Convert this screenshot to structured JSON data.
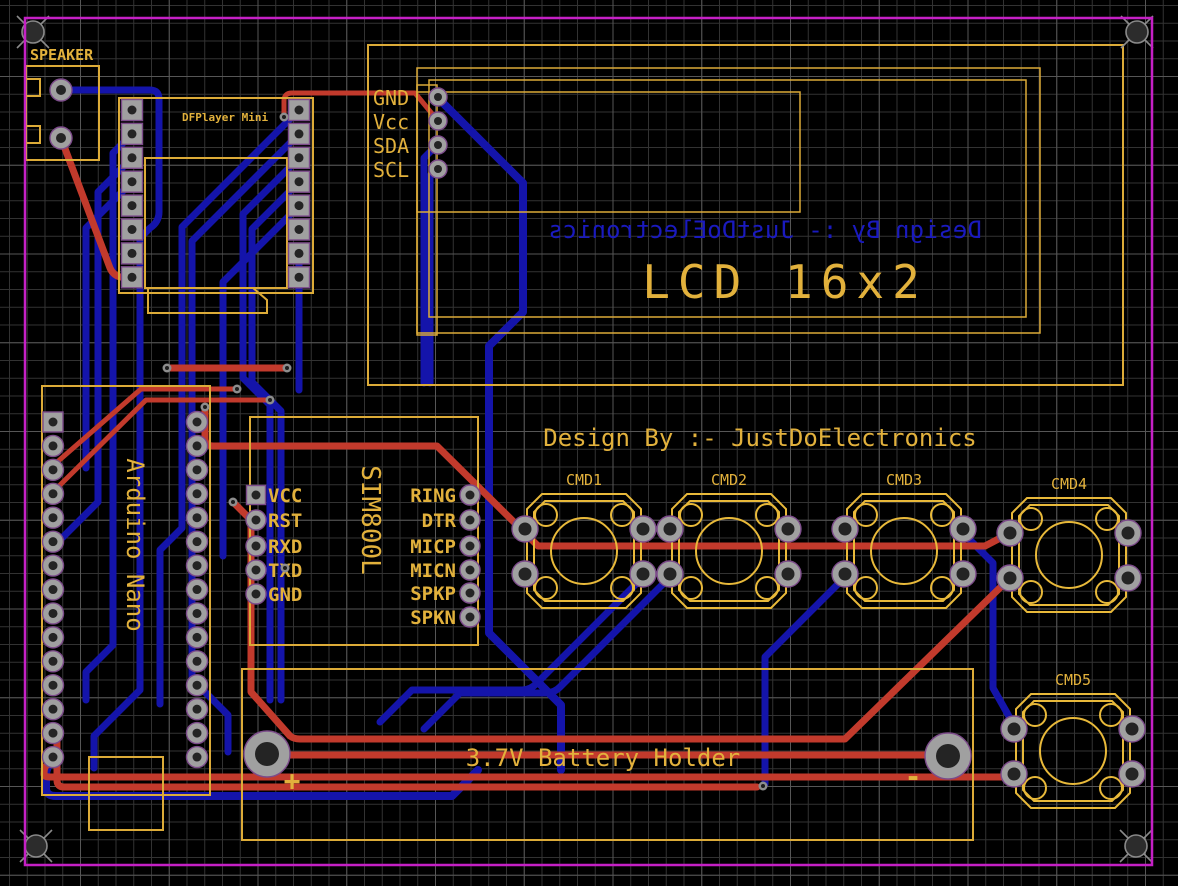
{
  "board": {
    "colors": {
      "silkscreen": "#dcab38",
      "top_copper": "#c23a2c",
      "bottom_copper": "#1414aa",
      "board_outline": "#c520c5",
      "canvas_background": "#000000"
    },
    "labels": {
      "speaker": "SPEAKER",
      "dfplayer": "DFPlayer Mini",
      "lcd": "LCD 16x2",
      "design_by": "Design By :- JustDoElectronics",
      "design_by_mirrored": "Design By :- JustDoElectronics",
      "arduino": "Arduino Nano",
      "sim800l": "SIM800L",
      "battery": "3.7V Battery Holder",
      "battery_plus": "+",
      "battery_minus": "-"
    },
    "lcd_pins": [
      "GND",
      "Vcc",
      "SDA",
      "SCL"
    ],
    "sim_left_pins": [
      "VCC",
      "RST",
      "RXD",
      "TXD",
      "GND"
    ],
    "sim_right_pins": [
      "RING",
      "DTR",
      "MICP",
      "MICN",
      "SPKP",
      "SPKN"
    ],
    "buttons": [
      "CMD1",
      "CMD2",
      "CMD3",
      "CMD4",
      "CMD5"
    ]
  }
}
